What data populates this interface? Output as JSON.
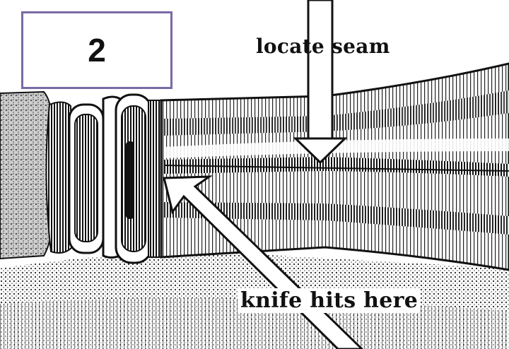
{
  "step": {
    "number": "2"
  },
  "labels": {
    "seam": "locate seam",
    "knife": "knife hits here"
  },
  "colors": {
    "ink": "#111111",
    "paper": "#ffffff",
    "box_border": "#7a6aa6"
  },
  "icons": {
    "seam_arrow": "arrow-down-icon",
    "knife_arrow": "arrow-up-left-icon"
  }
}
